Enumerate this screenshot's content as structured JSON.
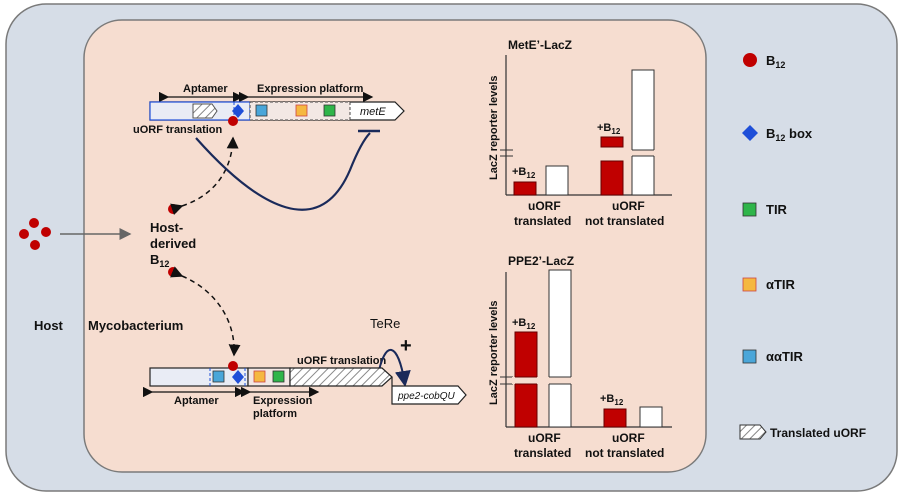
{
  "labels": {
    "host": "Host",
    "mycobacterium": "Mycobacterium",
    "host_derived_1": "Host-",
    "host_derived_2": "derived",
    "host_derived_3": "B",
    "host_derived_sub": "12"
  },
  "top_construct": {
    "aptamer": "Aptamer",
    "expression_platform": "Expression platform",
    "gene": "metE",
    "uorf_translation": "uORF translation"
  },
  "bottom_construct": {
    "uorf_translation": "uORF translation",
    "tere": "TeRe",
    "plus": "+",
    "gene": "ppe2-cobQU",
    "aptamer": "Aptamer",
    "expression_platform_1": "Expression",
    "expression_platform_2": "platform"
  },
  "chart_data": [
    {
      "type": "bar",
      "title": "MetE’-LacZ",
      "ylabel": "LacZ reporter levels",
      "categories": [
        "uORF translated",
        "uORF not translated"
      ],
      "series": [
        {
          "name": "+B12",
          "color": "#c00000",
          "values": [
            0.15,
            0.55
          ]
        },
        {
          "name": "",
          "color": "#ffffff",
          "values": [
            0.22,
            1.0
          ]
        }
      ],
      "annotations": [
        "+B12",
        "+B12"
      ],
      "broken_axis": true
    },
    {
      "type": "bar",
      "title": "PPE2’-LacZ",
      "ylabel": "LacZ reporter levels",
      "categories": [
        "uORF translated",
        "uORF not translated"
      ],
      "series": [
        {
          "name": "+B12",
          "color": "#c00000",
          "values": [
            0.62,
            0.15
          ]
        },
        {
          "name": "",
          "color": "#ffffff",
          "values": [
            1.0,
            0.18
          ]
        }
      ],
      "annotations": [
        "+B12",
        "+B12"
      ],
      "broken_axis": true
    }
  ],
  "chart_text": {
    "c1_title": "MetE’-LacZ",
    "c1_ylabel": "LacZ reporter levels",
    "c1_cat1a": "uORF",
    "c1_cat1b": "translated",
    "c1_cat2a": "uORF",
    "c1_cat2b": "not translated",
    "c1_ann1": "+B",
    "c1_ann2": "+B",
    "c2_title": "PPE2’-LacZ",
    "c2_ylabel": "LacZ reporter levels",
    "c2_cat1a": "uORF",
    "c2_cat1b": "translated",
    "c2_cat2a": "uORF",
    "c2_cat2b": "not translated",
    "c2_ann1": "+B",
    "c2_ann2": "+B",
    "sub": "12"
  },
  "legend": {
    "items": [
      {
        "label": "B",
        "sub": "12",
        "icon": "red-circle",
        "color": "#c00000"
      },
      {
        "label": "B",
        "sub": "12",
        "label_suffix": " box",
        "icon": "blue-diamond",
        "color": "#1f4fd8"
      },
      {
        "label": "TIR",
        "icon": "green-square",
        "color": "#2fb54a"
      },
      {
        "label": "αTIR",
        "icon": "orange-square",
        "color": "#f5b841"
      },
      {
        "label": "ααTIR",
        "icon": "lightblue-square",
        "color": "#4aa6d9"
      },
      {
        "label": "Translated uORF",
        "icon": "hatched-box",
        "color": "#dddddd"
      }
    ]
  },
  "colors": {
    "host_bg": "#d6dde7",
    "cell_bg": "#f6ddd0",
    "b12_red": "#c00000",
    "b12_box_blue": "#1f4fd8",
    "navy": "#1a2a5a"
  }
}
